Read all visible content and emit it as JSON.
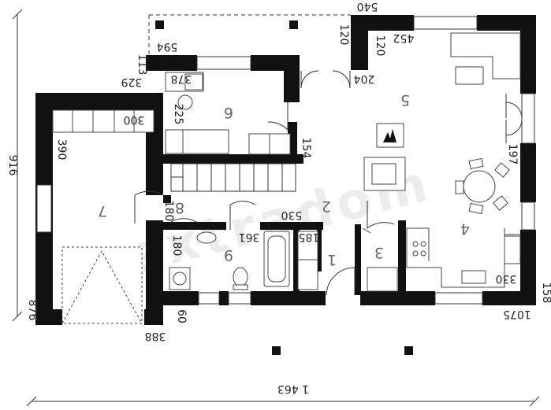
{
  "dimensions": {
    "top_540": "540",
    "top_594": "594",
    "top_120a": "120",
    "top_120b": "120",
    "top_452": "452",
    "left_113": "113",
    "left_329": "329",
    "r6_378": "378",
    "r6_225": "225",
    "r6_154": "154",
    "r6_204": "204",
    "r7_300": "300",
    "r7_390": "390",
    "r8_180": "180",
    "r2_530": "530",
    "r9_180": "180",
    "r9_361": "361",
    "r1_185": "185",
    "r5_197": "197",
    "r4_330": "330",
    "bl_876": "876",
    "bl_60": "60",
    "bl_388": "388",
    "br_158": "158",
    "br_1075": "1075",
    "overall_height": "916",
    "overall_width": "1 463"
  },
  "rooms": {
    "r1": "1",
    "r2": "2",
    "r3": "3",
    "r4": "4",
    "r5": "5",
    "r6": "6",
    "r7": "7",
    "r8": "8",
    "r9": "9"
  },
  "watermark": "extradom",
  "colors": {
    "wall": "#111111",
    "line": "#333333",
    "fixture": "#555555"
  }
}
